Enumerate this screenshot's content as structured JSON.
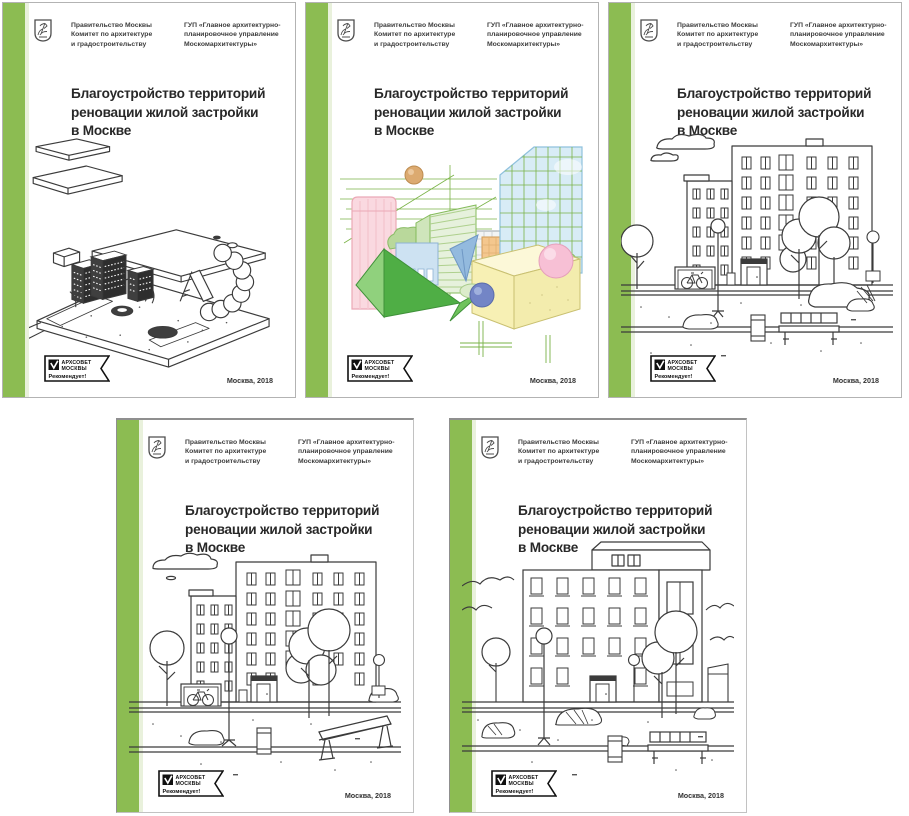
{
  "window": {
    "background": "#ffffff"
  },
  "colors": {
    "spine_green": "#8cbc52",
    "spine_edge": "#e9f1dc",
    "cover_background": "#ffffff",
    "cover_border": "#b3b3b3",
    "ink": "#282828",
    "line_art": "#3b3b3b",
    "pastel_pink": "#fad9e0",
    "pastel_blue": "#d8ecf6",
    "pastel_green": "#e6f1dc",
    "pastel_yellow": "#f7f0b4",
    "wedge_green": "#4fae45",
    "sphere_tan": "#dcaa70",
    "sphere_blue": "#7385c6",
    "sphere_pink": "#f7c0d5"
  },
  "cover": {
    "logo_icon": "moscow-coat-of-arms",
    "org_left_lines": [
      "Правительство Москвы",
      "Комитет по архитектуре",
      "и градостроительству"
    ],
    "org_right_lines": [
      "ГУП «Главное архитектурно-",
      "планировочное управление",
      "Москомархитектуры»"
    ],
    "title_lines": [
      "Благоустройство территорий",
      "реновации жилой застройки",
      "в Москве"
    ],
    "badge": {
      "icon": "checkmark-icon",
      "line1": "АРХСОВЕТ",
      "line2": "МОСКВЫ",
      "line3": "Рекомендует!"
    },
    "footer": "Москва, 2018"
  },
  "covers": [
    {
      "position": "top-left",
      "illustration": "isometric-district-axonometry"
    },
    {
      "position": "top-center",
      "illustration": "colorful-sketch-city"
    },
    {
      "position": "top-right",
      "illustration": "courtyard-line-scene"
    },
    {
      "position": "bottom-left",
      "illustration": "courtyard-line-scene-lounger"
    },
    {
      "position": "bottom-right",
      "illustration": "street-line-scene-pitched-roof"
    }
  ]
}
